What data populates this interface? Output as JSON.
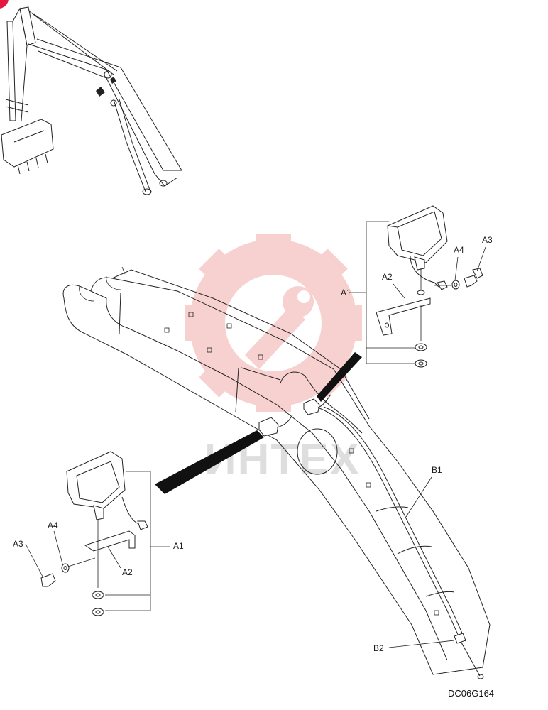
{
  "watermark": {
    "text": "ИНТЕХ",
    "color": "#e8736f"
  },
  "callouts": {
    "upper": {
      "a1": "A1",
      "a2": "A2",
      "a3": "A3",
      "a4": "A4"
    },
    "lower": {
      "a1": "A1",
      "a2": "A2",
      "a3": "A3",
      "a4": "A4"
    },
    "b1": "B1",
    "b2": "B2"
  },
  "figure_code": "DC06G164",
  "corner_marker_color": "#e5173f"
}
